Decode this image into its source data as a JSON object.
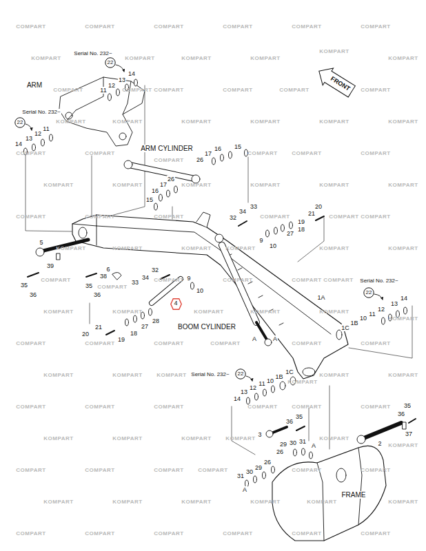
{
  "diagram": {
    "nodes": [
      {
        "text": [
          "22"
        ]
      },
      {
        "text": [
          "FRONT"
        ]
      },
      {
        "text": [
          "22"
        ]
      },
      {
        "text": [
          "22"
        ]
      },
      {
        "text": [
          "4"
        ]
      },
      {
        "text": [
          "22"
        ]
      }
    ],
    "labels": [
      "Serial No. 232~",
      "14",
      "13",
      "12",
      "11",
      "ARM",
      "Serial No. 232~",
      "11",
      "12",
      "13",
      "14",
      "ARM CYLINDER",
      "16",
      "15",
      "17",
      "26",
      "26",
      "17",
      "16",
      "15",
      "20",
      "33",
      "34",
      "21",
      "32",
      "19",
      "18",
      "27",
      "9",
      "5",
      "10",
      "39",
      "6",
      "32",
      "38",
      "34",
      "9",
      "Serial No. 232~",
      "33",
      "35",
      "35",
      "10",
      "36",
      "36",
      "1A",
      "14",
      "13",
      "12",
      "11",
      "10",
      "28",
      "1B",
      "BOOM CYLINDER",
      "27",
      "21",
      "1C",
      "18",
      "20",
      "A",
      "A",
      "19",
      "1C",
      "Serial No. 232~",
      "1B",
      "10",
      "11",
      "12",
      "13",
      "14",
      "35",
      "36",
      "35",
      "36",
      "37",
      "3",
      "31",
      "30",
      "2",
      "29",
      "A",
      "26",
      "26",
      "29",
      "30",
      "31",
      "A",
      "FRAME",
      "COMPART",
      "COMPART",
      "COMPART",
      "COMPART",
      "COMPART",
      "COMPART",
      "KOMPART",
      "KOMPART",
      "KOMPART",
      "KOMPART",
      "KOMPART",
      "KOMPART",
      "COMPART",
      "COMPART",
      "COMPART",
      "COMPART",
      "COMPART",
      "COMPART",
      "KOMPART",
      "KOMPART",
      "KOMPART",
      "KOMPART",
      "KOMPART",
      "KOMPART",
      "COMPART",
      "COMPART",
      "COMPART",
      "COMPART",
      "COMPART",
      "COMPART",
      "KOMPART",
      "KOMPART",
      "KOMPART",
      "KOMPART",
      "KOMPART",
      "KOMPART",
      "COMPART",
      "COMPART",
      "COMPART",
      "COMPART",
      "COMPART",
      "COMPART",
      "KOMPART",
      "KOMPART",
      "KOMPART",
      "KOMPART",
      "KOMPART",
      "KOMPART",
      "COMPART",
      "COMPART",
      "COMPART",
      "COMPART",
      "COMPART",
      "COMPART",
      "KOMPART",
      "KOMPART",
      "KOMPART",
      "KOMPART",
      "KOMPART",
      "KOMPART",
      "COMPART",
      "COMPART",
      "COMPART",
      "COMPART",
      "COMPART",
      "COMPART",
      "KOMPART",
      "KOMPART",
      "KOMPART",
      "KOMPART",
      "KOMPART",
      "KOMPART",
      "COMPART",
      "COMPART",
      "COMPART",
      "COMPART",
      "COMPART",
      "COMPART",
      "KOMPART",
      "KOMPART",
      "KOMPART",
      "KOMPART",
      "KOMPART",
      "KOMPART",
      "COMPART",
      "COMPART",
      "COMPART",
      "COMPART",
      "COMPART",
      "COMPART",
      "KOMPART",
      "KOMPART",
      "KOMPART",
      "KOMPART",
      "KOMPART",
      "KOMPART",
      "COMPART",
      "COMPART",
      "COMPART",
      "COMPART",
      "COMPART",
      "COMPART"
    ]
  }
}
